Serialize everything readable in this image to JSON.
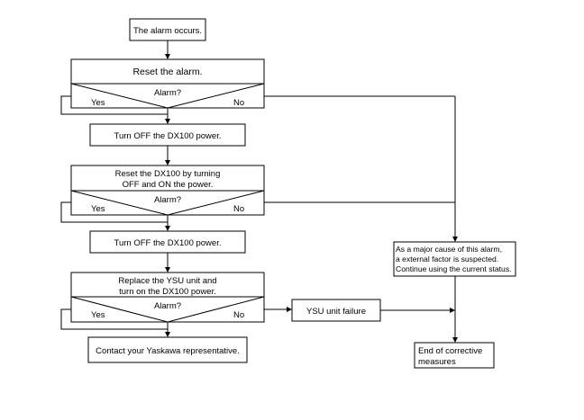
{
  "steps": {
    "start": "The alarm occurs.",
    "reset_1": "Reset the alarm.",
    "power_off_1": "Turn OFF the DX100 power.",
    "reset_2_line1": "Reset the DX100 by turning",
    "reset_2_line2": "OFF and ON the power.",
    "power_off_2": "Turn OFF the DX100 power.",
    "replace_line1": "Replace the YSU unit and",
    "replace_line2": "turn on the DX100 power.",
    "contact": "Contact your Yaskawa representative.",
    "ysu_failure": "YSU unit failure",
    "external_line1": "As a major cause of this alarm,",
    "external_line2": "a external factor is suspected.",
    "external_line3": "Continue using the current status.",
    "end_line1": "End of corrective",
    "end_line2": "measures"
  },
  "decision": {
    "question": "Alarm?",
    "yes": "Yes",
    "no": "No"
  }
}
